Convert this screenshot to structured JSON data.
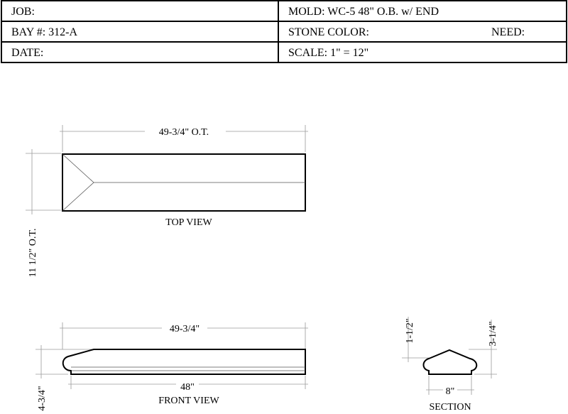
{
  "title_block": {
    "job": "JOB:",
    "mold": "MOLD: WC-5 48\" O.B. w/ END",
    "bay": "BAY #: 312-A",
    "stone_color": "STONE COLOR:",
    "need": "NEED:",
    "date": "DATE:",
    "scale": "SCALE:  1\" = 12\""
  },
  "top_view": {
    "length_dim": "49-3/4\" O.T.",
    "width_dim": "11 1/2\" O.T.",
    "label": "TOP VIEW"
  },
  "front_view": {
    "overall_dim": "49-3/4\"",
    "base_dim": "48\"",
    "height_dim": "4-3/4\"",
    "label": "FRONT VIEW"
  },
  "section": {
    "left_dim": "1-1/2\"",
    "right_dim": "3-1/4\"",
    "width_dim": "8\"",
    "label": "SECTION"
  }
}
